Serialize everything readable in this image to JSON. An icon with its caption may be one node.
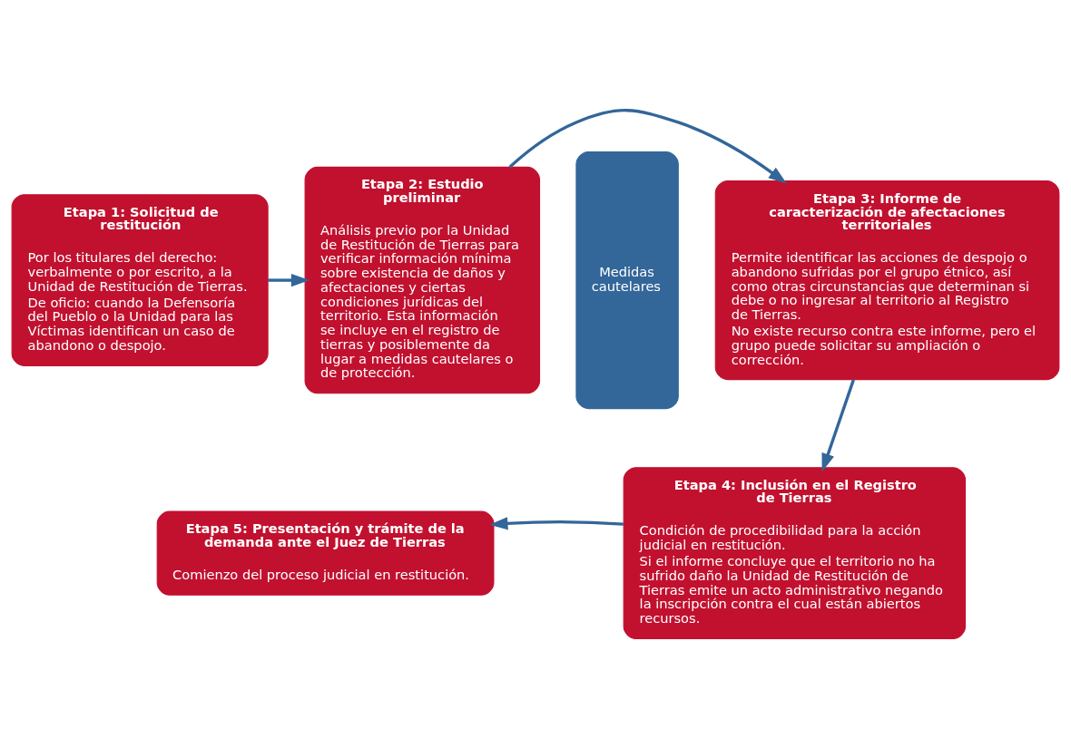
{
  "diagram": {
    "nodes": [
      {
        "text": [
          "Etapa 1: Solicitud de restitución",
          "Por los titulares del derecho: verbalmente o por escrito, a la Unidad de Restitución de Tierras.",
          "De oficio: cuando la Defensoría del Pueblo o la Unidad para las Víctimas identifican un caso de abandono o despojo."
        ]
      },
      {
        "text": [
          "Etapa 2: Estudio preliminar",
          "Análisis previo por la Unidad de Restitución de Tierras para verificar información mínima sobre existencia de daños y afectaciones y ciertas condiciones jurídicas del territorio. Esta información se incluye en el registro de tierras y posiblemente da lugar a medidas cautelares o de protección."
        ]
      },
      {
        "text": [
          "Medidas cautelares"
        ]
      },
      {
        "text": [
          "Etapa 3: Informe de caracterización de afectaciones territoriales",
          "Permite identificar las acciones de despojo o abandono sufridas por el grupo étnico, así como otras circunstancias que determinan si debe o no ingresar al territorio al Registro de Tierras.",
          "No existe recurso contra este informe, pero el grupo puede solicitar su ampliación o corrección."
        ]
      },
      {
        "text": [
          "Etapa 4: Inclusión en el Registro de Tierras",
          "Condición de procedibilidad para la acción judicial en restitución.",
          "Si el informe concluye que el territorio no ha sufrido daño la Unidad de Restitución de Tierras emite un acto administrativo negando la inscripción contra el cual están abiertos recursos."
        ]
      },
      {
        "text": [
          "Etapa 5: Presentación y trámite de la demanda ante el Juez de Tierras",
          "Comienzo del proceso judicial en restitución."
        ]
      }
    ],
    "edges": [
      {
        "from": 0,
        "to": 1,
        "arrow": "to"
      },
      {
        "from": 1,
        "to": 3,
        "arrow": "to"
      },
      {
        "from": 3,
        "to": 4,
        "arrow": "to"
      },
      {
        "from": 4,
        "to": 5,
        "arrow": "to"
      }
    ]
  }
}
